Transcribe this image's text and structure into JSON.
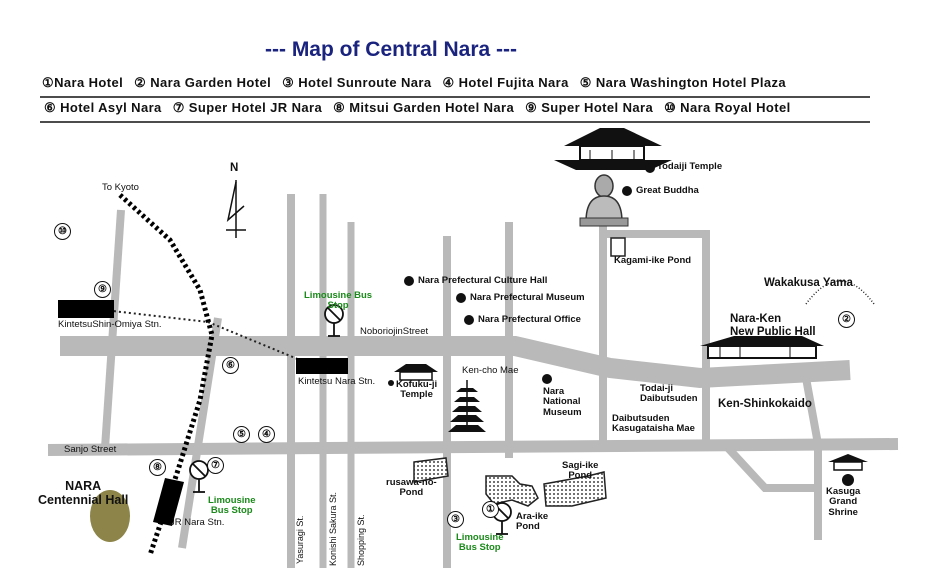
{
  "title": "--- Map of Central Nara ---",
  "legend_row1": [
    {
      "num": "①",
      "name": "Nara Hotel"
    },
    {
      "num": "②",
      "name": "Nara Garden Hotel"
    },
    {
      "num": "③",
      "name": "Hotel Sunroute Nara"
    },
    {
      "num": "④",
      "name": "Hotel Fujita Nara"
    },
    {
      "num": "⑤",
      "name": "Nara Washington Hotel Plaza"
    }
  ],
  "legend_row2": [
    {
      "num": "⑥",
      "name": "Hotel Asyl Nara"
    },
    {
      "num": "⑦",
      "name": "Super Hotel JR Nara"
    },
    {
      "num": "⑧",
      "name": "Mitsui Garden Hotel Nara"
    },
    {
      "num": "⑨",
      "name": "Super Hotel Nara"
    },
    {
      "num": "⑩",
      "name": "Nara Royal Hotel"
    }
  ],
  "compass": "N",
  "labels": {
    "to_kyoto": "To Kyoto",
    "kintetsu_shin_omiya": "KintetsuShin-Omiya Stn.",
    "kintetsu_nara": "Kintetsu Nara Stn.",
    "jr_nara": "JR Nara Stn.",
    "noboriojin": "NoboriojinStreet",
    "sanjo": "Sanjo Street",
    "yasuragi": "Yasuragi St.",
    "konishi": "Konishi Sakura St.",
    "shopping": "Shopping St.",
    "nara_centennial_1": "NARA",
    "nara_centennial_2": "Centennial Hall",
    "limousine_1_a": "Limousine Bus",
    "limousine_1_b": "Stop",
    "limousine_2_a": "Limousine",
    "limousine_2_b": "Bus Stop",
    "limousine_3_a": "Limousine",
    "limousine_3_b": "Bus Stop",
    "todaiji": "Todaiji Temple",
    "great_buddha": "Great Buddha",
    "kagami_ike": "Kagami-ike Pond",
    "wakakusa": "Wakakusa Yama",
    "nara_ken_1": "Nara-Ken",
    "nara_ken_2": "New Public Hall",
    "culture_hall": "Nara Prefectural Culture Hall",
    "pref_museum": "Nara Prefectural Museum",
    "pref_office": "Nara Prefectural Office",
    "kofukuji_1": "Kofuku-ji",
    "kofukuji_2": "Temple",
    "kencho_mae": "Ken-cho Mae",
    "national_museum_1": "Nara",
    "national_museum_2": "National",
    "national_museum_3": "Museum",
    "todaiji_daibutsuden_1": "Todai-ji",
    "todaiji_daibutsuden_2": "Daibutsuden",
    "daibutsuden_kasuga_1": "Daibutsuden",
    "daibutsuden_kasuga_2": "Kasugataisha Mae",
    "ken_shinkokaido": "Ken-Shinkokaido",
    "sagi_ike_1": "Sagi-ike",
    "sagi_ike_2": "Pond",
    "ara_ike_1": "Ara-ike",
    "ara_ike_2": "Pond",
    "furusawa_1": "rusawa-no-",
    "furusawa_2": "Pond",
    "kasuga_1": "Kasuga",
    "kasuga_2": "Grand",
    "kasuga_3": "Shrine"
  },
  "markers": {
    "m1": "①",
    "m2": "②",
    "m3": "③",
    "m4": "④",
    "m5": "⑤",
    "m6": "⑥",
    "m7": "⑦",
    "m8": "⑧",
    "m9": "⑨",
    "m10": "⑩"
  },
  "colors": {
    "road": "#b9b9b9",
    "title": "#1a237e",
    "bus_label": "#1b8a1b",
    "hall": "#8c8448",
    "station": "#000000"
  }
}
